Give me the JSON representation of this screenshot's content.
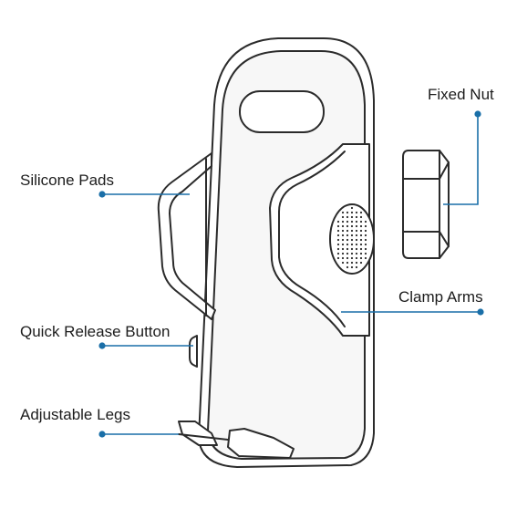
{
  "labels": {
    "silicone_pads": "Silicone Pads",
    "quick_release": "Quick Release Button",
    "adjustable_legs": "Adjustable Legs",
    "fixed_nut": "Fixed Nut",
    "clamp_arms": "Clamp Arms"
  },
  "colors": {
    "leader": "#1a6fa8",
    "outline": "#2b2b2b",
    "body_fill": "#ffffff",
    "inner_fill": "#f4f4f4"
  }
}
